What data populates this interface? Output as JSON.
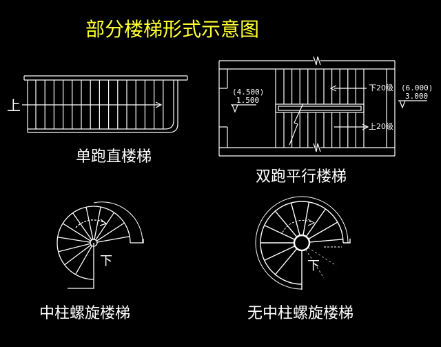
{
  "title": "部分楼梯形式示意图",
  "colors": {
    "background": "#000000",
    "title": "#ffff33",
    "lines": "#ffffff",
    "dashed": "#bbbbbb"
  },
  "straight_stair": {
    "caption": "单跑直楼梯",
    "up_label": "上"
  },
  "parallel_stair": {
    "caption": "双跑平行楼梯",
    "left_elev_top": "(4.500)",
    "left_elev_bottom": "1.500",
    "right_elev_top": "(6.000)",
    "right_elev_bottom": "3.000",
    "down_label": "下20级",
    "up_label": "上20级"
  },
  "center_post_spiral": {
    "caption": "中柱螺旋楼梯",
    "down_label": "下"
  },
  "no_post_spiral": {
    "caption": "无中柱螺旋楼梯",
    "down_label": "下"
  }
}
